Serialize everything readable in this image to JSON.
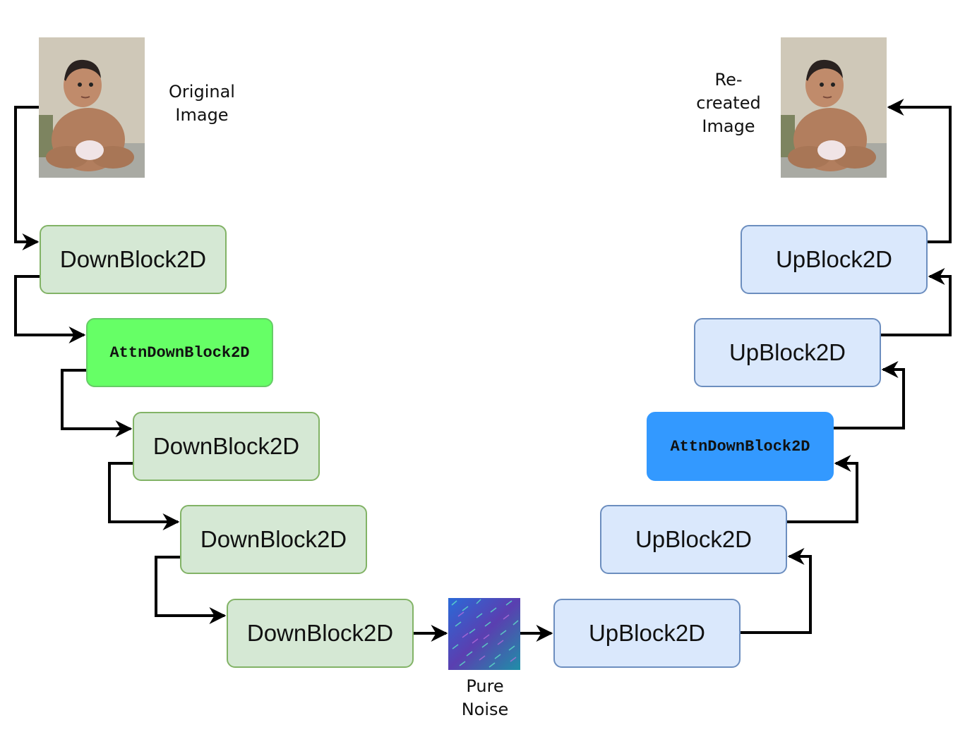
{
  "captions": {
    "original": [
      "Original",
      "Image"
    ],
    "recreated": [
      "Re-",
      "created",
      "Image"
    ],
    "noise": [
      "Pure",
      "Noise"
    ]
  },
  "encoder_blocks": [
    "DownBlock2D",
    "AttnDownBlock2D",
    "DownBlock2D",
    "DownBlock2D",
    "DownBlock2D"
  ],
  "decoder_blocks": [
    "UpBlock2D",
    "UpBlock2D",
    "AttnDownBlock2D",
    "UpBlock2D",
    "UpBlock2D"
  ],
  "colors": {
    "down_fill": "#d5e8d4",
    "down_border": "#82b366",
    "up_fill": "#dae8fc",
    "up_border": "#6c8ebf",
    "attn_down_fill": "#66ff66",
    "attn_up_fill": "#3399ff",
    "arrow": "#000000"
  }
}
